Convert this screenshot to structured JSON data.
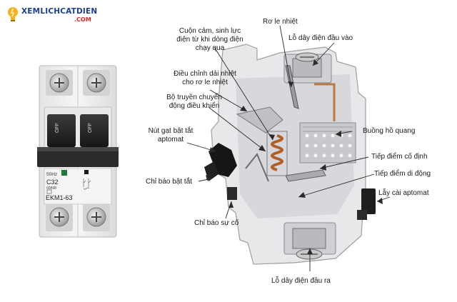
{
  "brand": {
    "name": "XEMLICHCATDIEN",
    "domain": ".COM",
    "colors": {
      "name": "#1c3f95",
      "domain": "#e0252b",
      "bulb": "#f6b21a"
    }
  },
  "breaker_front": {
    "frequency": "50Hz",
    "rating": "C32",
    "standard": "60898",
    "model": "EKM1-63",
    "off_label_left": "OFF",
    "off_label_right": "OFF"
  },
  "callouts": {
    "coil": [
      "Cuộn cảm, sinh lực",
      "điện từ khi dòng điện",
      "chạy qua"
    ],
    "thermal_relay": "Rơ le nhiệt",
    "input_terminal": "Lỗ dây điện đầu vào",
    "thermal_adjust": [
      "Điều chỉnh dải nhiệt",
      "cho rơ le nhiệt"
    ],
    "transmission": [
      "Bộ truyền chuyển",
      "động điều khiển"
    ],
    "arc_chamber": "Buồng hồ quang",
    "toggle": [
      "Nút gạt bật tắt",
      "aptomat"
    ],
    "fixed_contact": "Tiếp điểm cố định",
    "moving_contact": "Tiếp điểm di động",
    "on_off_indicator": "Chỉ báo bật tắt",
    "din_latch": "Lẫy cài aptomat",
    "fault_indicator": "Chỉ báo sự cố",
    "output_terminal": "Lỗ dây điện đầu ra"
  }
}
